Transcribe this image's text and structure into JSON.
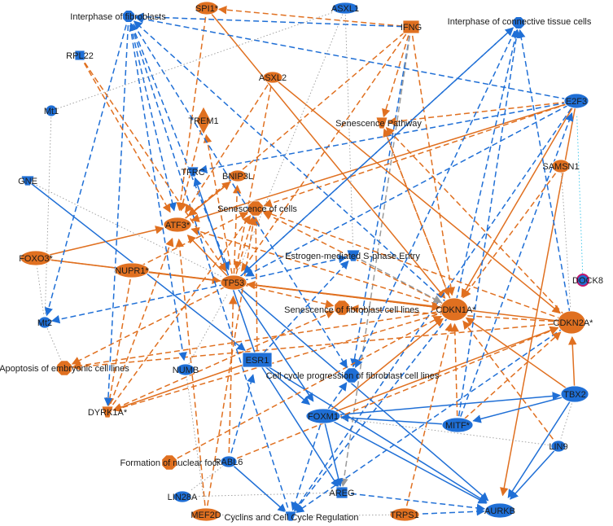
{
  "colors": {
    "orange": "#e07020",
    "blue": "#1f6fd6",
    "gray": "#9a9a9a",
    "cyan": "#34c3e8",
    "highlight": "#c0166c"
  },
  "nodes": [
    {
      "id": "interphase_fibroblasts",
      "label": "Interphase of fibroblasts",
      "color": "blue",
      "shape": "octagon"
    },
    {
      "id": "spi1",
      "label": "SPI1*",
      "color": "orange",
      "shape": "ellipse"
    },
    {
      "id": "asxl1",
      "label": "ASXL1",
      "color": "blue",
      "shape": "ellipse"
    },
    {
      "id": "ifng",
      "label": "IFNG",
      "color": "orange",
      "shape": "square"
    },
    {
      "id": "interphase_ct",
      "label": "Interphase of connective tissue cells",
      "color": "blue",
      "shape": "octagon"
    },
    {
      "id": "rpl22",
      "label": "RPL22",
      "color": "blue",
      "shape": "square"
    },
    {
      "id": "asxl2",
      "label": "ASXL2",
      "color": "orange",
      "shape": "ellipse"
    },
    {
      "id": "e2f3",
      "label": "E2F3",
      "color": "blue",
      "shape": "ellipse"
    },
    {
      "id": "mt1",
      "label": "Mt1",
      "color": "blue",
      "shape": "ellipse"
    },
    {
      "id": "trem1",
      "label": "TREM1",
      "color": "orange",
      "shape": "diamond"
    },
    {
      "id": "senescence_pathway",
      "label": "Senescence Pathway",
      "color": "orange",
      "shape": "funnel"
    },
    {
      "id": "samsn1",
      "label": "SAMSN1",
      "color": "orange",
      "shape": "ellipse"
    },
    {
      "id": "tfrc",
      "label": "TFRC",
      "color": "blue",
      "shape": "funnel"
    },
    {
      "id": "bnip3l",
      "label": "BNIP3L",
      "color": "orange",
      "shape": "ellipse"
    },
    {
      "id": "gne",
      "label": "GNE",
      "color": "blue",
      "shape": "funnel"
    },
    {
      "id": "senescence_cells",
      "label": "Senescence of cells",
      "color": "orange",
      "shape": "octagon"
    },
    {
      "id": "atf3",
      "label": "ATF3*",
      "color": "orange",
      "shape": "ellipse"
    },
    {
      "id": "estrogen_s",
      "label": "Estrogen-mediated S-phase Entry",
      "color": "blue",
      "shape": "funnel"
    },
    {
      "id": "foxo3",
      "label": "FOXO3*",
      "color": "orange",
      "shape": "ellipse"
    },
    {
      "id": "nupr1",
      "label": "NUPR1*",
      "color": "orange",
      "shape": "ellipse"
    },
    {
      "id": "tp53",
      "label": "TP53",
      "color": "orange",
      "shape": "ellipse"
    },
    {
      "id": "dock8",
      "label": "DOCK8",
      "color": "blue",
      "shape": "ellipse",
      "ring": true
    },
    {
      "id": "senescence_fib",
      "label": "Senescence of fibroblast cell lines",
      "color": "orange",
      "shape": "octagon"
    },
    {
      "id": "cdkn1a",
      "label": "CDKN1A*",
      "color": "orange",
      "shape": "circle"
    },
    {
      "id": "cdkn2a",
      "label": "CDKN2A*",
      "color": "orange",
      "shape": "circle"
    },
    {
      "id": "mt2",
      "label": "Mt2",
      "color": "blue",
      "shape": "ellipse"
    },
    {
      "id": "esr1",
      "label": "ESR1",
      "color": "blue",
      "shape": "rect"
    },
    {
      "id": "cell_cycle_fib",
      "label": "Cell cycle progression of fibroblast cell lines",
      "color": "blue",
      "shape": "octagon"
    },
    {
      "id": "apoptosis",
      "label": "Apoptosis of embryonic cell lines",
      "color": "orange",
      "shape": "octagon"
    },
    {
      "id": "numb",
      "label": "NUMB",
      "color": "blue",
      "shape": "ellipse"
    },
    {
      "id": "tbx2",
      "label": "TBX2",
      "color": "blue",
      "shape": "ellipse"
    },
    {
      "id": "dyrk1a",
      "label": "DYRK1A*",
      "color": "orange",
      "shape": "funnel"
    },
    {
      "id": "foxm1",
      "label": "FOXM1",
      "color": "blue",
      "shape": "ellipse"
    },
    {
      "id": "mitf",
      "label": "MITF*",
      "color": "blue",
      "shape": "ellipse"
    },
    {
      "id": "lin9",
      "label": "LIN9",
      "color": "blue",
      "shape": "ellipse"
    },
    {
      "id": "formation_nf",
      "label": "Formation of nuclear foci",
      "color": "orange",
      "shape": "octagon"
    },
    {
      "id": "rabl6",
      "label": "RABL6",
      "color": "blue",
      "shape": "ellipse"
    },
    {
      "id": "lin28a",
      "label": "LIN28A",
      "color": "blue",
      "shape": "ellipse"
    },
    {
      "id": "areg",
      "label": "AREG",
      "color": "blue",
      "shape": "square"
    },
    {
      "id": "mef2d",
      "label": "MEF2D",
      "color": "orange",
      "shape": "ellipse"
    },
    {
      "id": "cyclins",
      "label": "Cyclins and Cell Cycle Regulation",
      "color": "blue",
      "shape": "funnel"
    },
    {
      "id": "trps1",
      "label": "TRPS1",
      "color": "orange",
      "shape": "ellipse"
    },
    {
      "id": "aurkb",
      "label": "AURKB",
      "color": "blue",
      "shape": "ellipse"
    }
  ],
  "edges": [
    {
      "from": "spi1",
      "to": "atf3",
      "color": "orange",
      "style": "dashed"
    },
    {
      "from": "ifng",
      "to": "spi1",
      "color": "orange",
      "style": "dashed"
    },
    {
      "from": "ifng",
      "to": "senescence_pathway",
      "color": "orange",
      "style": "dashed"
    },
    {
      "from": "ifng",
      "to": "tp53",
      "color": "orange",
      "style": "dashed"
    },
    {
      "from": "ifng",
      "to": "atf3",
      "color": "orange",
      "style": "dashed"
    },
    {
      "from": "ifng",
      "to": "cdkn1a",
      "color": "orange",
      "style": "dashed"
    },
    {
      "from": "ifng",
      "to": "interphase_fibroblasts",
      "color": "blue",
      "style": "dashed"
    },
    {
      "from": "ifng",
      "to": "cell_cycle_fib",
      "color": "blue",
      "style": "dashed"
    },
    {
      "from": "ifng",
      "to": "areg",
      "color": "gray",
      "style": "dashed"
    },
    {
      "from": "spi1",
      "to": "cdkn1a",
      "color": "orange",
      "style": "solid"
    },
    {
      "from": "asxl2",
      "to": "cdkn2a",
      "color": "orange",
      "style": "solid"
    },
    {
      "from": "e2f3",
      "to": "interphase_fibroblasts",
      "color": "blue",
      "style": "dashed"
    },
    {
      "from": "e2f3",
      "to": "senescence_pathway",
      "color": "orange",
      "style": "dashed"
    },
    {
      "from": "e2f3",
      "to": "tfrc",
      "color": "blue",
      "style": "dashed"
    },
    {
      "from": "e2f3",
      "to": "tp53",
      "color": "blue",
      "style": "dashed"
    },
    {
      "from": "e2f3",
      "to": "atf3",
      "color": "orange",
      "style": "solid"
    },
    {
      "from": "e2f3",
      "to": "cyclins",
      "color": "blue",
      "style": "dashed"
    },
    {
      "from": "e2f3",
      "to": "cdkn1a",
      "color": "orange",
      "style": "solid"
    },
    {
      "from": "e2f3",
      "to": "aurkb",
      "color": "orange",
      "style": "solid"
    },
    {
      "from": "e2f3",
      "to": "senescence_cells",
      "color": "orange",
      "style": "dashed"
    },
    {
      "from": "cdkn1a",
      "to": "interphase_ct",
      "color": "blue",
      "style": "dashed"
    },
    {
      "from": "cdkn1a",
      "to": "interphase_fibroblasts",
      "color": "blue",
      "style": "dashed"
    },
    {
      "from": "cdkn1a",
      "to": "senescence_cells",
      "color": "orange",
      "style": "dashed"
    },
    {
      "from": "cdkn1a",
      "to": "senescence_pathway",
      "color": "orange",
      "style": "dashed"
    },
    {
      "from": "cdkn1a",
      "to": "atf3",
      "color": "orange",
      "style": "dashed"
    },
    {
      "from": "cdkn1a",
      "to": "apoptosis",
      "color": "orange",
      "style": "dashed"
    },
    {
      "from": "cdkn1a",
      "to": "dyrk1a",
      "color": "orange",
      "style": "dashed"
    },
    {
      "from": "cdkn1a",
      "to": "cyclins",
      "color": "blue",
      "style": "dashed"
    },
    {
      "from": "cdkn2a",
      "to": "interphase_ct",
      "color": "blue",
      "style": "dashed"
    },
    {
      "from": "cdkn2a",
      "to": "senescence_cells",
      "color": "orange",
      "style": "dashed"
    },
    {
      "from": "cdkn2a",
      "to": "senescence_fib",
      "color": "orange",
      "style": "dashed"
    },
    {
      "from": "cdkn2a",
      "to": "senescence_pathway",
      "color": "orange",
      "style": "dashed"
    },
    {
      "from": "cdkn2a",
      "to": "apoptosis",
      "color": "orange",
      "style": "dashed"
    },
    {
      "from": "cdkn2a",
      "to": "cyclins",
      "color": "blue",
      "style": "dashed"
    },
    {
      "from": "cdkn2a",
      "to": "tp53",
      "color": "orange",
      "style": "solid"
    },
    {
      "from": "tp53",
      "to": "senescence_cells",
      "color": "orange",
      "style": "dashed"
    },
    {
      "from": "tp53",
      "to": "senescence_fib",
      "color": "orange",
      "style": "dashed"
    },
    {
      "from": "tp53",
      "to": "cdkn1a",
      "color": "orange",
      "style": "solid"
    },
    {
      "from": "tp53",
      "to": "atf3",
      "color": "orange",
      "style": "solid"
    },
    {
      "from": "tp53",
      "to": "apoptosis",
      "color": "orange",
      "style": "dashed"
    },
    {
      "from": "tp53",
      "to": "estrogen_s",
      "color": "blue",
      "style": "dashed"
    },
    {
      "from": "tp53",
      "to": "interphase_ct",
      "color": "blue",
      "style": "dashed"
    },
    {
      "from": "tp53",
      "to": "bnip3l",
      "color": "orange",
      "style": "dashed"
    },
    {
      "from": "tp53",
      "to": "trem1",
      "color": "orange",
      "style": "dashed"
    },
    {
      "from": "tp53",
      "to": "foxm1",
      "color": "blue",
      "style": "solid"
    },
    {
      "from": "tp53",
      "to": "aurkb",
      "color": "blue",
      "style": "solid"
    },
    {
      "from": "tp53",
      "to": "mt2",
      "color": "blue",
      "style": "dashed"
    },
    {
      "from": "nupr1",
      "to": "cdkn1a",
      "color": "orange",
      "style": "solid"
    },
    {
      "from": "nupr1",
      "to": "dyrk1a",
      "color": "orange",
      "style": "dashed"
    },
    {
      "from": "nupr1",
      "to": "senescence_cells",
      "color": "orange",
      "style": "dashed"
    },
    {
      "from": "foxo3",
      "to": "tp53",
      "color": "orange",
      "style": "solid"
    },
    {
      "from": "foxo3",
      "to": "atf3",
      "color": "orange",
      "style": "solid"
    },
    {
      "from": "foxo3",
      "to": "cdkn1a",
      "color": "orange",
      "style": "solid"
    },
    {
      "from": "gne",
      "to": "esr1",
      "color": "blue",
      "style": "solid"
    },
    {
      "from": "esr1",
      "to": "estrogen_s",
      "color": "blue",
      "style": "dashed"
    },
    {
      "from": "esr1",
      "to": "areg",
      "color": "blue",
      "style": "solid"
    },
    {
      "from": "esr1",
      "to": "aurkb",
      "color": "blue",
      "style": "solid"
    },
    {
      "from": "esr1",
      "to": "foxm1",
      "color": "blue",
      "style": "solid"
    },
    {
      "from": "esr1",
      "to": "senescence_cells",
      "color": "orange",
      "style": "dashed"
    },
    {
      "from": "esr1",
      "to": "tfrc",
      "color": "blue",
      "style": "solid"
    },
    {
      "from": "esr1",
      "to": "dyrk1a",
      "color": "orange",
      "style": "solid"
    },
    {
      "from": "foxm1",
      "to": "cdkn1a",
      "color": "orange",
      "style": "solid"
    },
    {
      "from": "foxm1",
      "to": "cdkn2a",
      "color": "orange",
      "style": "solid"
    },
    {
      "from": "foxm1",
      "to": "tbx2",
      "color": "blue",
      "style": "solid"
    },
    {
      "from": "foxm1",
      "to": "aurkb",
      "color": "blue",
      "style": "solid"
    },
    {
      "from": "foxm1",
      "to": "areg",
      "color": "blue",
      "style": "solid"
    },
    {
      "from": "foxm1",
      "to": "cell_cycle_fib",
      "color": "blue",
      "style": "dashed"
    },
    {
      "from": "foxm1",
      "to": "cyclins",
      "color": "blue",
      "style": "dashed"
    },
    {
      "from": "tbx2",
      "to": "cdkn1a",
      "color": "orange",
      "style": "solid"
    },
    {
      "from": "tbx2",
      "to": "cdkn2a",
      "color": "orange",
      "style": "solid"
    },
    {
      "from": "tbx2",
      "to": "mitf",
      "color": "blue",
      "style": "solid"
    },
    {
      "from": "tbx2",
      "to": "aurkb",
      "color": "blue",
      "style": "solid"
    },
    {
      "from": "mitf",
      "to": "cdkn1a",
      "color": "orange",
      "style": "dashed"
    },
    {
      "from": "mitf",
      "to": "cdkn2a",
      "color": "orange",
      "style": "dashed"
    },
    {
      "from": "mitf",
      "to": "foxm1",
      "color": "blue",
      "style": "solid"
    },
    {
      "from": "mitf",
      "to": "interphase_ct",
      "color": "blue",
      "style": "dashed"
    },
    {
      "from": "mitf",
      "to": "e2f3",
      "color": "blue",
      "style": "dashed"
    },
    {
      "from": "lin9",
      "to": "aurkb",
      "color": "blue",
      "style": "solid"
    },
    {
      "from": "lin9",
      "to": "cdkn1a",
      "color": "orange",
      "style": "dashed"
    },
    {
      "from": "trps1",
      "to": "aurkb",
      "color": "blue",
      "style": "dashed"
    },
    {
      "from": "trps1",
      "to": "cdkn1a",
      "color": "orange",
      "style": "dashed"
    },
    {
      "from": "areg",
      "to": "aurkb",
      "color": "blue",
      "style": "dashed"
    },
    {
      "from": "cyclins",
      "to": "trps1",
      "color": "gray",
      "style": "dotted"
    },
    {
      "from": "cyclins",
      "to": "interphase_fibroblasts",
      "color": "blue",
      "style": "dashed"
    },
    {
      "from": "rabl6",
      "to": "cyclins",
      "color": "blue",
      "style": "solid"
    },
    {
      "from": "rabl6",
      "to": "tp53",
      "color": "orange",
      "style": "dashed"
    },
    {
      "from": "rabl6",
      "to": "cdkn2a",
      "color": "orange",
      "style": "dashed"
    },
    {
      "from": "rabl6",
      "to": "esr1",
      "color": "blue",
      "style": "dashed"
    },
    {
      "from": "formation_nf",
      "to": "cdkn1a",
      "color": "orange",
      "style": "dashed"
    },
    {
      "from": "mef2d",
      "to": "atf3",
      "color": "orange",
      "style": "dashed"
    },
    {
      "from": "mef2d",
      "to": "senescence_cells",
      "color": "orange",
      "style": "dashed"
    },
    {
      "from": "dyrk1a",
      "to": "atf3",
      "color": "orange",
      "style": "dashed"
    },
    {
      "from": "dyrk1a",
      "to": "senescence_cells",
      "color": "orange",
      "style": "dashed"
    },
    {
      "from": "dyrk1a",
      "to": "senescence_fib",
      "color": "orange",
      "style": "dashed"
    },
    {
      "from": "interphase_fibroblasts",
      "to": "dyrk1a",
      "color": "blue",
      "style": "dashed"
    },
    {
      "from": "interphase_fibroblasts",
      "to": "numb",
      "color": "blue",
      "style": "dashed"
    },
    {
      "from": "interphase_fibroblasts",
      "to": "atf3",
      "color": "blue",
      "style": "dashed"
    },
    {
      "from": "interphase_fibroblasts",
      "to": "mt2",
      "color": "blue",
      "style": "dashed"
    },
    {
      "from": "interphase_fibroblasts",
      "to": "cell_cycle_fib",
      "color": "blue",
      "style": "dashed"
    },
    {
      "from": "interphase_fibroblasts",
      "to": "tp53",
      "color": "blue",
      "style": "dashed"
    },
    {
      "from": "rpl22",
      "to": "atf3",
      "color": "orange",
      "style": "dashed"
    },
    {
      "from": "rpl22",
      "to": "tp53",
      "color": "orange",
      "style": "dashed"
    },
    {
      "from": "asxl2",
      "to": "atf3",
      "color": "orange",
      "style": "dashed"
    },
    {
      "from": "asxl2",
      "to": "tp53",
      "color": "orange",
      "style": "dashed"
    },
    {
      "from": "trem1",
      "to": "atf3",
      "color": "orange",
      "style": "dashed"
    },
    {
      "from": "bnip3l",
      "to": "atf3",
      "color": "orange",
      "style": "dashed"
    },
    {
      "from": "atf3",
      "to": "bnip3l",
      "color": "orange",
      "style": "solid"
    },
    {
      "from": "senescence_pathway",
      "to": "cdkn1a",
      "color": "orange",
      "style": "dashed"
    },
    {
      "from": "samsn1",
      "to": "cdkn1a",
      "color": "orange",
      "style": "dashed"
    },
    {
      "from": "dock8",
      "to": "e2f3",
      "color": "cyan",
      "style": "dotted"
    },
    {
      "from": "interphase_ct",
      "to": "tp53",
      "color": "blue",
      "style": "dashed"
    },
    {
      "from": "interphase_ct",
      "to": "cell_cycle_fib",
      "color": "blue",
      "style": "dashed"
    },
    {
      "from": "estrogen_s",
      "to": "cdkn1a",
      "color": "gray",
      "style": "dashed"
    },
    {
      "from": "mt1",
      "to": "asxl1",
      "color": "gray",
      "style": "dotted"
    },
    {
      "from": "mt1",
      "to": "mt2",
      "color": "gray",
      "style": "dotted"
    },
    {
      "from": "gne",
      "to": "tp53",
      "color": "gray",
      "style": "dotted"
    },
    {
      "from": "asxl1",
      "to": "tp53",
      "color": "gray",
      "style": "dotted"
    },
    {
      "from": "asxl1",
      "to": "estrogen_s",
      "color": "gray",
      "style": "dotted"
    },
    {
      "from": "numb",
      "to": "tp53",
      "color": "gray",
      "style": "dotted"
    },
    {
      "from": "lin28a",
      "to": "areg",
      "color": "gray",
      "style": "dotted"
    },
    {
      "from": "mef2d",
      "to": "cyclins",
      "color": "gray",
      "style": "dotted"
    },
    {
      "from": "lin9",
      "to": "foxm1",
      "color": "gray",
      "style": "dotted"
    },
    {
      "from": "samsn1",
      "to": "cdkn2a",
      "color": "gray",
      "style": "dotted"
    },
    {
      "from": "mt2",
      "to": "apoptosis",
      "color": "gray",
      "style": "dotted"
    },
    {
      "from": "foxo3",
      "to": "mt2",
      "color": "gray",
      "style": "dotted"
    },
    {
      "from": "numb",
      "to": "mef2d",
      "color": "gray",
      "style": "dotted"
    },
    {
      "from": "rabl6",
      "to": "lin28a",
      "color": "gray",
      "style": "dotted"
    },
    {
      "from": "tbx2",
      "to": "lin9",
      "color": "gray",
      "style": "dotted"
    }
  ]
}
